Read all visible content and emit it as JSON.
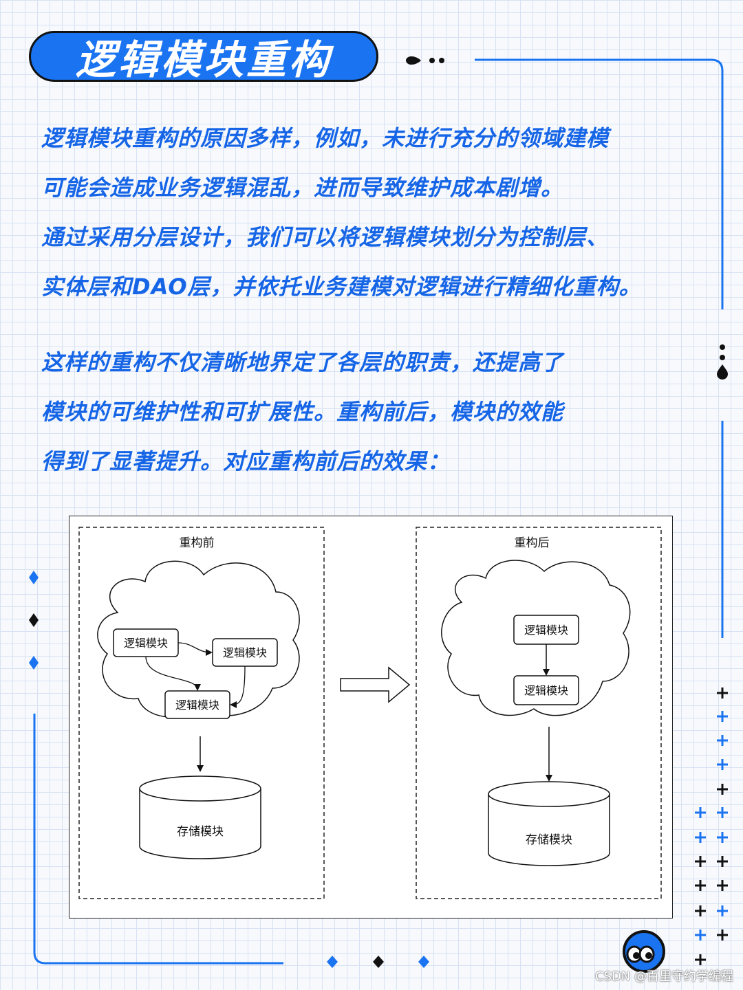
{
  "header": {
    "title": "逻辑模块重构"
  },
  "paragraph1": [
    "逻辑模块重构的原因多样，例如，未进行充分的领域建模",
    "可能会造成业务逻辑混乱，进而导致维护成本剧增。",
    "通过采用分层设计，我们可以将逻辑模块划分为控制层、",
    "实体层和DAO层，并依托业务建模对逻辑进行精细化重构。"
  ],
  "paragraph2": [
    "这样的重构不仅清晰地界定了各层的职责，还提高了",
    "模块的可维护性和可扩展性。重构前后，模块的效能",
    "得到了显著提升。对应重构前后的效果："
  ],
  "diagram": {
    "before": {
      "title": "重构前",
      "logic_modules": [
        "逻辑模块",
        "逻辑模块",
        "逻辑模块"
      ],
      "storage": "存储模块"
    },
    "after": {
      "title": "重构后",
      "logic_modules": [
        "逻辑模块",
        "逻辑模块"
      ],
      "storage": "存储模块"
    }
  },
  "colors": {
    "accent": "#1a73f0",
    "text": "#1565e6",
    "ink": "#111111"
  },
  "watermark": "CSDN @百里守约学编程"
}
